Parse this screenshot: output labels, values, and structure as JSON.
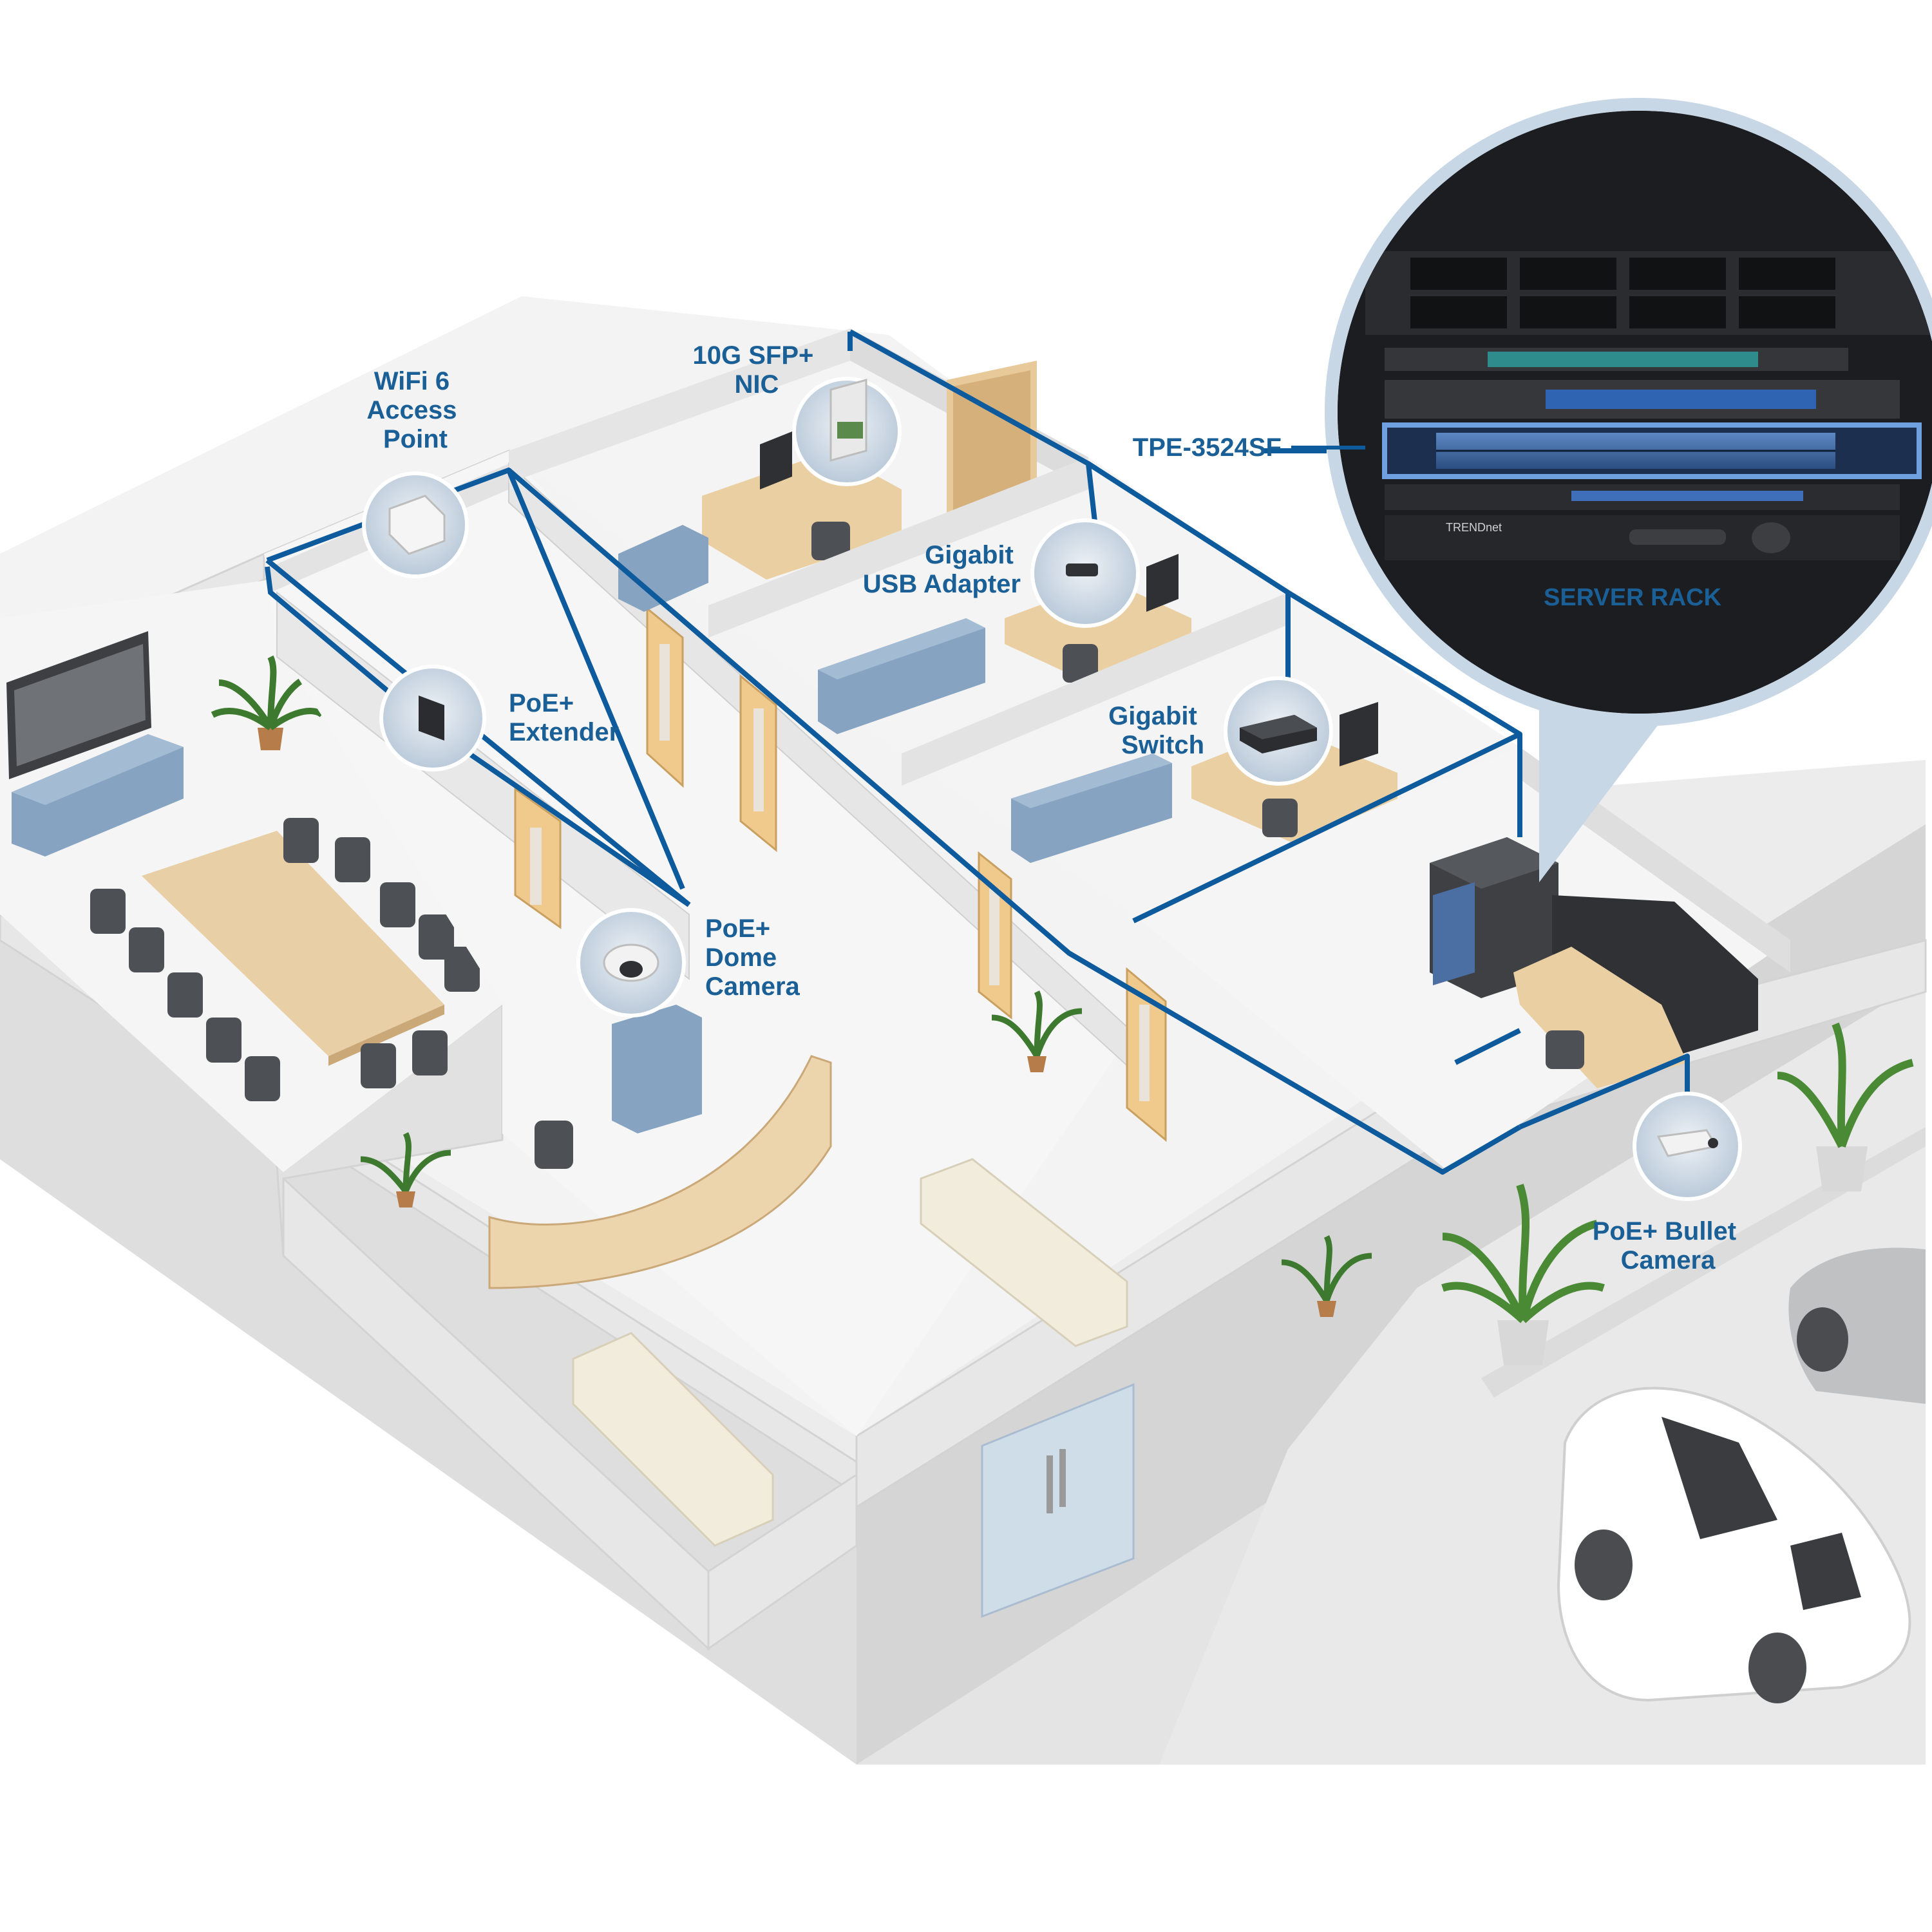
{
  "labels": {
    "wifi": [
      "WiFi 6",
      "Access",
      "Point"
    ],
    "sfp_nic": [
      "10G SFP+",
      "NIC"
    ],
    "usb_adapter": [
      "Gigabit",
      "USB Adapter"
    ],
    "poe_extender": [
      "PoE+",
      "Extender"
    ],
    "gigabit_switch": [
      "Gigabit",
      "Switch"
    ],
    "dome_camera": [
      "PoE+",
      "Dome",
      "Camera"
    ],
    "bullet_camera": [
      "PoE+ Bullet",
      "Camera"
    ],
    "switch_model": "TPE-3524SF",
    "server_rack": "SERVER RACK"
  },
  "rack_brand": "TRENDnet",
  "colors": {
    "cable": "#0d5a9c",
    "label": "#1a5f96",
    "callout_fill": "#c7d7e6",
    "floor": "#f1f1f1",
    "wall": "#e6e6e6",
    "wood": "#e8c99a",
    "cabinet_blue": "#7f9fbf"
  }
}
